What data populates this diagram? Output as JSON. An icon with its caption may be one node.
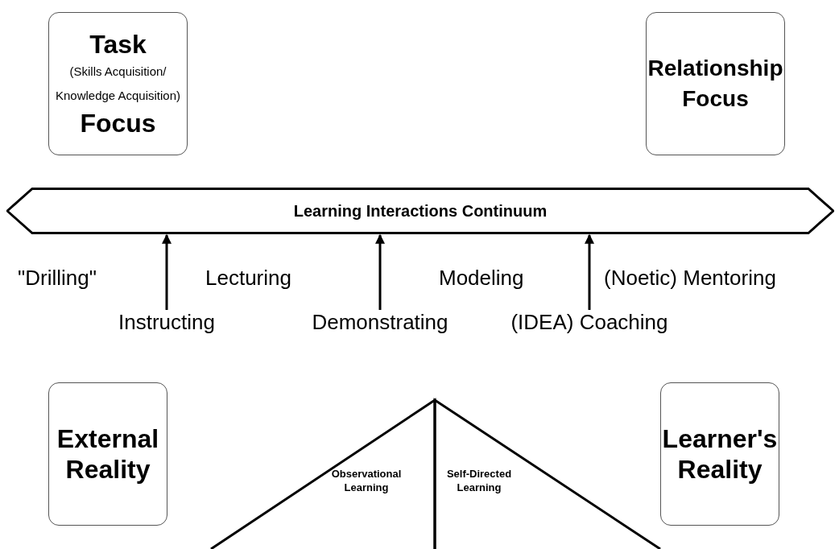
{
  "diagram": {
    "nodes": [
      {
        "text": [
          "Task",
          "(Skills Acquisition/ Knowledge Acquisition)",
          "Focus"
        ]
      },
      {
        "text": [
          "Relationship Focus"
        ]
      },
      {
        "text": [
          "Learning Interactions Continuum"
        ]
      },
      {
        "text": [
          "Instructing"
        ]
      },
      {
        "text": [
          "Demonstrating"
        ]
      },
      {
        "text": [
          "(IDEA) Coaching"
        ]
      },
      {
        "text": [
          "External Reality"
        ]
      },
      {
        "text": [
          "Learner's Reality"
        ]
      },
      {
        "text": [
          "Observational Learning"
        ]
      },
      {
        "text": [
          "Self-Directed Learning"
        ]
      }
    ],
    "edges": [
      {
        "from": 3,
        "to": 2,
        "arrow": "to"
      },
      {
        "from": 4,
        "to": 2,
        "arrow": "to"
      },
      {
        "from": 5,
        "to": 2,
        "arrow": "to"
      }
    ],
    "labels": [
      "\"Drilling\"",
      "Lecturing",
      "Modeling",
      "(Noetic) Mentoring"
    ]
  }
}
